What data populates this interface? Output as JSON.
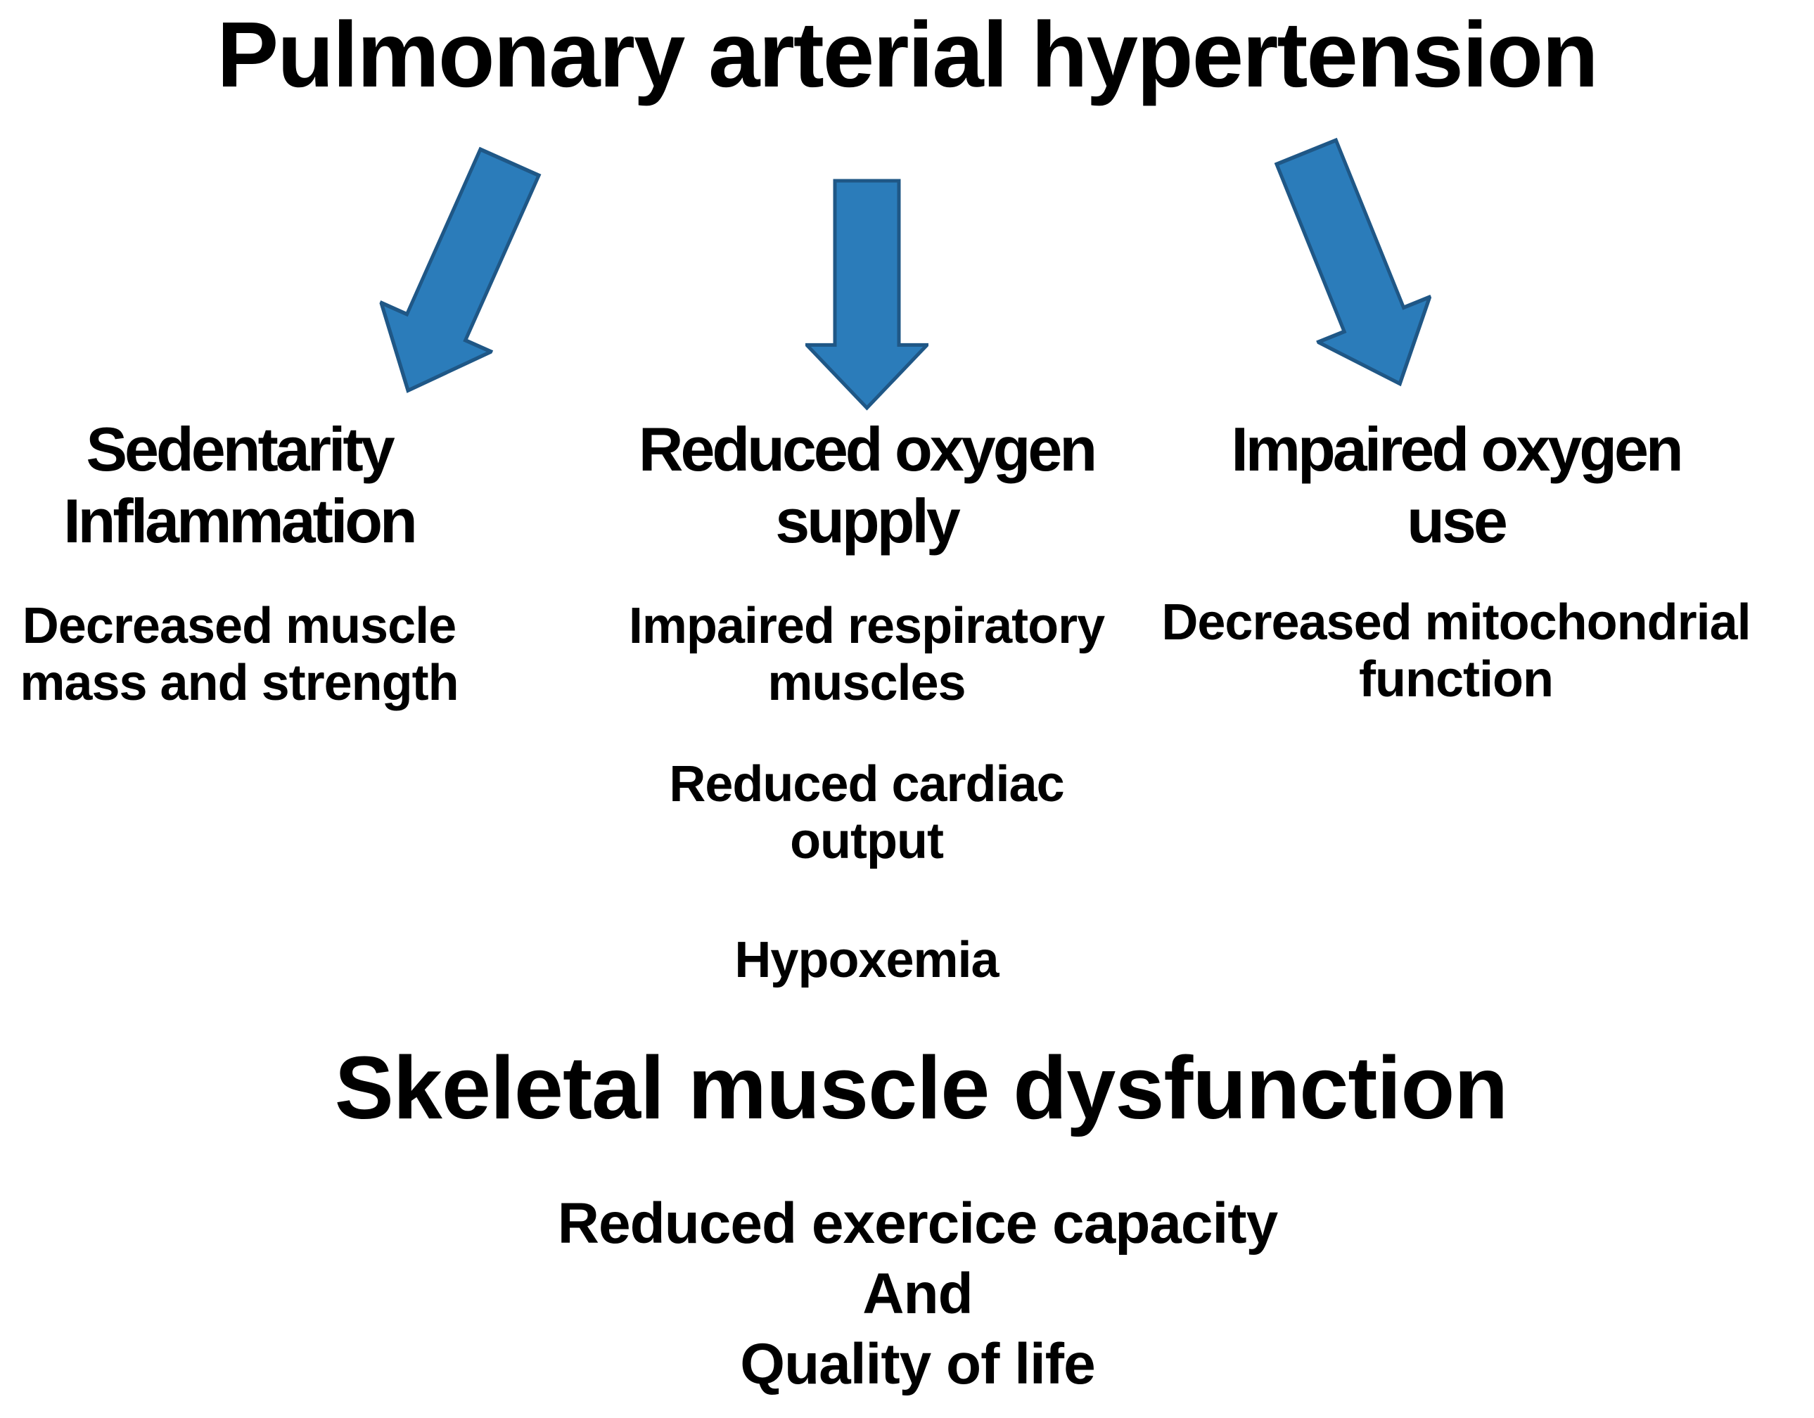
{
  "title": "Pulmonary arterial hypertension",
  "columns": [
    {
      "heading": "Sedentarity\nInflammation",
      "items": [
        "Decreased muscle\nmass and strength"
      ]
    },
    {
      "heading": "Reduced oxygen\nsupply",
      "items": [
        "Impaired respiratory\nmuscles",
        "Reduced cardiac\noutput",
        "Hypoxemia"
      ]
    },
    {
      "heading": "Impaired oxygen\nuse",
      "items": [
        "Decreased mitochondrial\nfunction"
      ]
    }
  ],
  "bottom": {
    "heading": "Skeletal muscle dysfunction",
    "outcome": "Reduced exercice capacity\nAnd\nQuality of life"
  },
  "colors": {
    "background": "#ffffff",
    "text": "#000000",
    "arrow_fill": "#2b7cba",
    "arrow_stroke": "#1f5786"
  }
}
